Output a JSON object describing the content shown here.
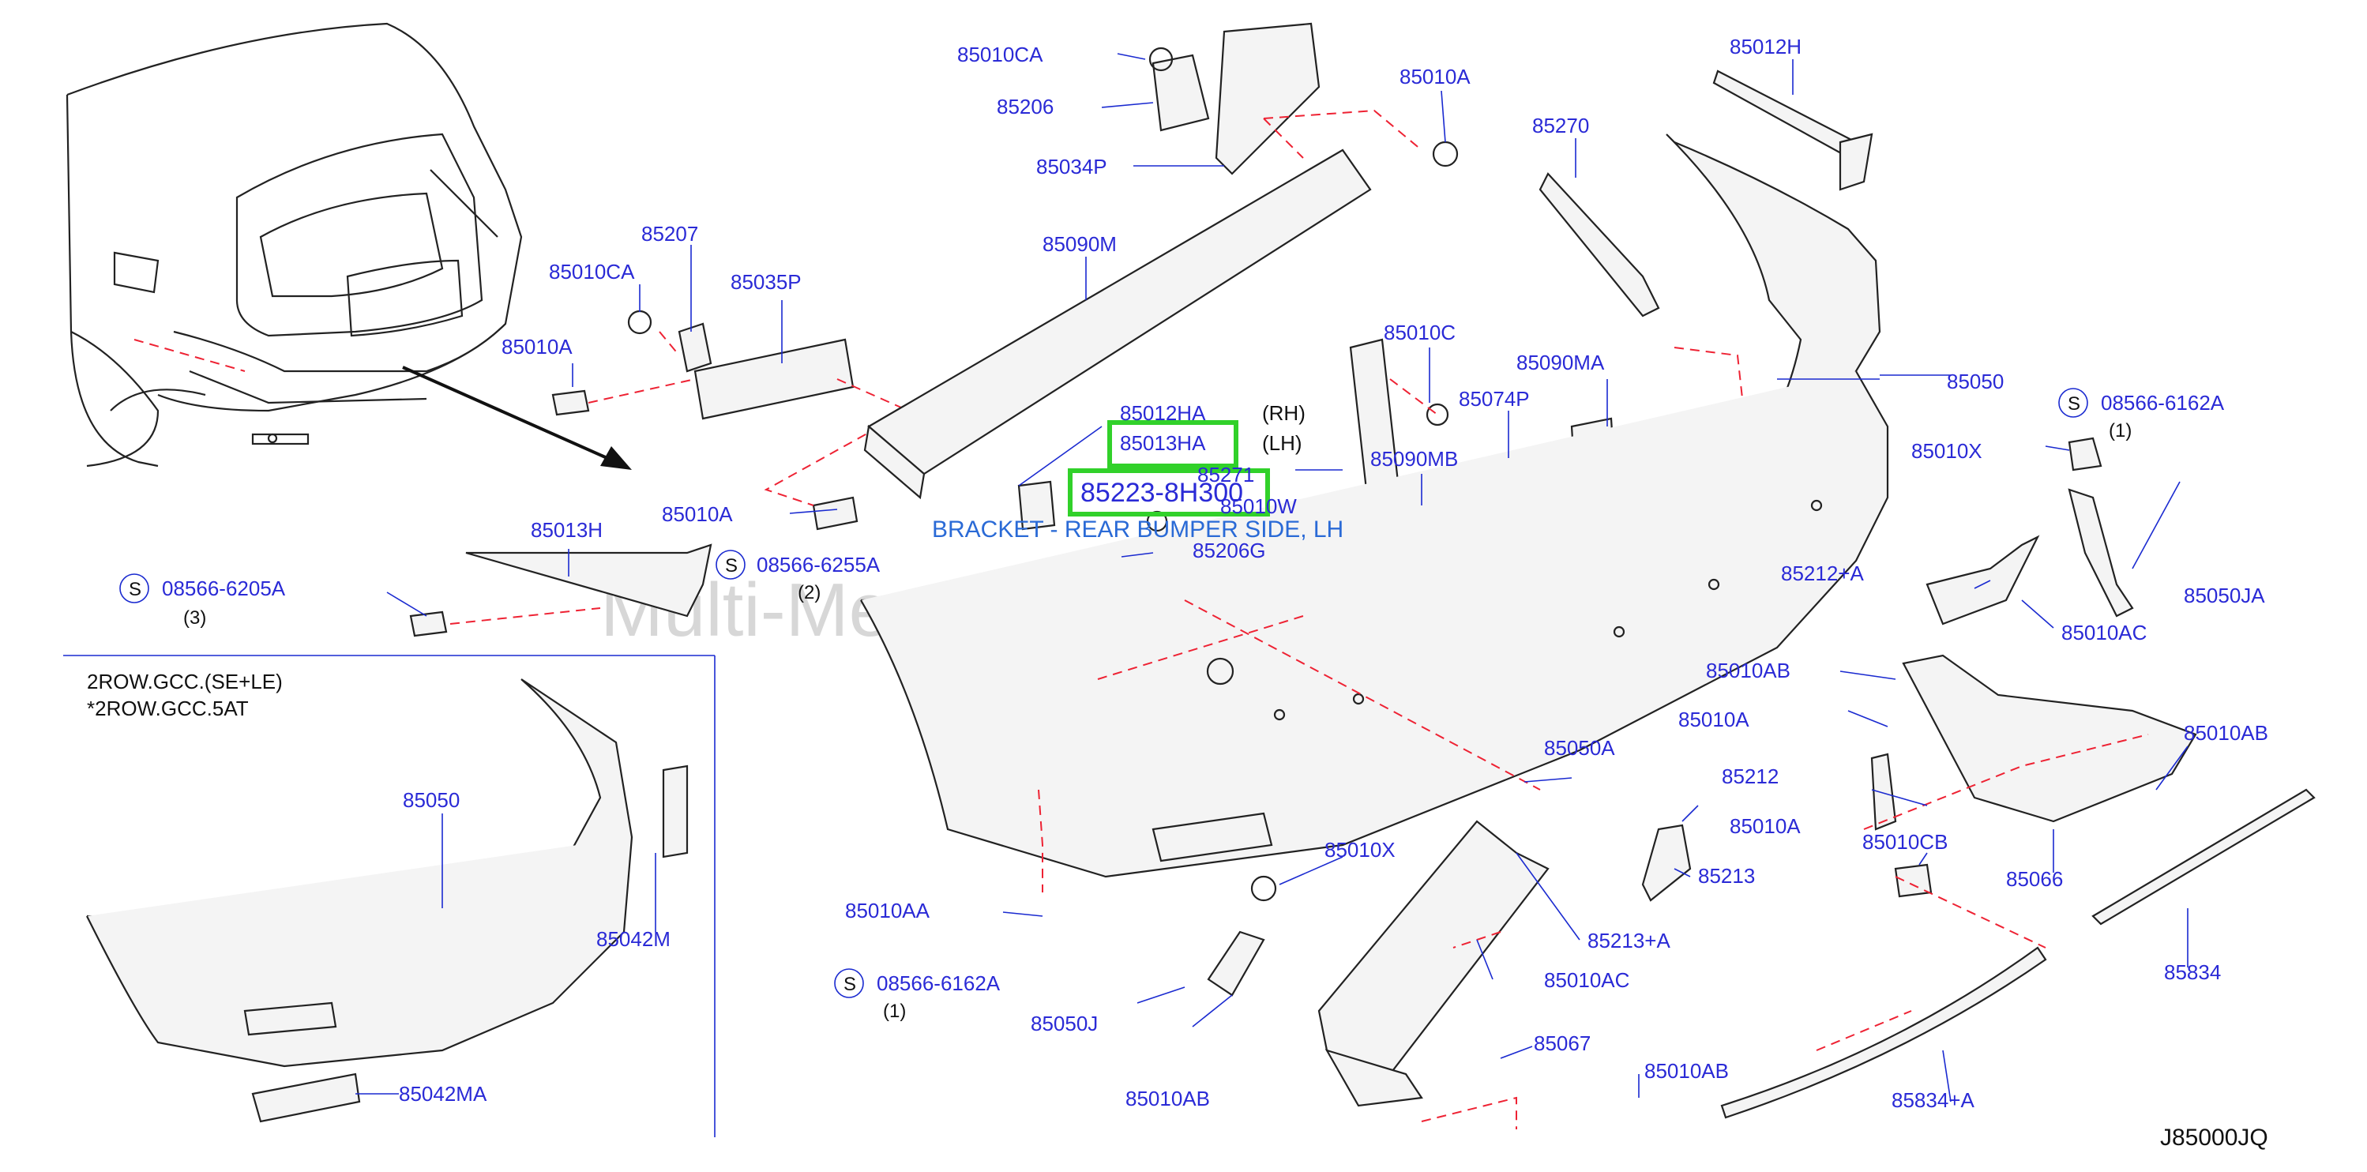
{
  "diagram": {
    "code": "J85000JQ",
    "watermark": "Multi-Merchant Auto Partstore",
    "notes": [
      "2ROW.GCC.(SE+LE)",
      "*2ROW.GCC.5AT"
    ],
    "rh": "(RH)",
    "lh": "(LH)",
    "highlight_part": "85223-8H300",
    "highlight_caption": "BRACKET - REAR BUMPER SIDE, LH",
    "screw_s": "S",
    "labels": [
      "85010CA",
      "85206",
      "85034P",
      "85010A",
      "85012H",
      "85270",
      "85207",
      "85010CA",
      "85035P",
      "85010A",
      "85090M",
      "85010C",
      "85090MA",
      "85074P",
      "85050",
      "85012HA",
      "85013HA",
      "85271",
      "85010W",
      "85090MB",
      "85010A",
      "85013H",
      "08566-6255A",
      "(2)",
      "08566-6205A",
      "(3)",
      "85206G",
      "08566-6162A",
      "(1)",
      "85010X",
      "85050JA",
      "85212+A",
      "85010AC",
      "85010AB",
      "85010A",
      "85010AB",
      "85050A",
      "85212",
      "85010A",
      "85213",
      "85010CB",
      "85066",
      "85010X",
      "85213+A",
      "85010AA",
      "85010AC",
      "08566-6162A",
      "(1)",
      "85050J",
      "85067",
      "85834",
      "85010AB",
      "85010AB",
      "85834+A",
      "85050",
      "85042M",
      "85042MA"
    ]
  }
}
